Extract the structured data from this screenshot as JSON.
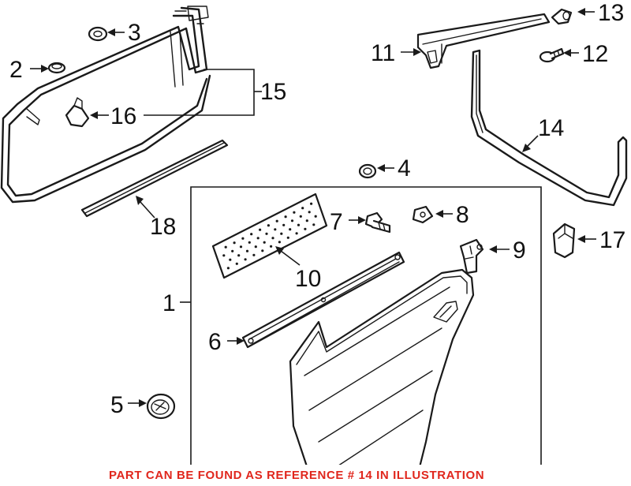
{
  "callouts": {
    "c1": "1",
    "c2": "2",
    "c3": "3",
    "c4": "4",
    "c5": "5",
    "c6": "6",
    "c7": "7",
    "c8": "8",
    "c9": "9",
    "c10": "10",
    "c11": "11",
    "c12": "12",
    "c13": "13",
    "c14": "14",
    "c15": "15",
    "c16": "16",
    "c17": "17",
    "c18": "18"
  },
  "footer_note": "PART CAN BE FOUND AS REFERENCE # 14 IN ILLUSTRATION",
  "colors": {
    "note": "#e0261c",
    "line": "#1a1a1a",
    "background": "#ffffff"
  }
}
